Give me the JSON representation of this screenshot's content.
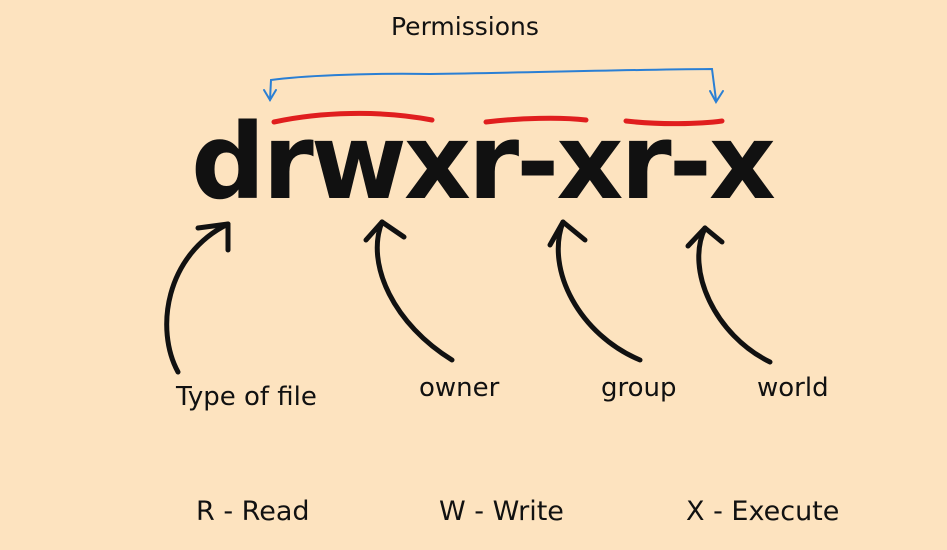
{
  "title": "Permissions",
  "permission_string": "drwxr-xr-x",
  "labels": {
    "type": "Type of file",
    "owner": "owner",
    "group": "group",
    "world": "world"
  },
  "legend": {
    "read": "R - Read",
    "write": "W - Write",
    "execute": "X - Execute"
  },
  "colors": {
    "background": "#fde3bf",
    "bracket": "#2a7fd4",
    "underline": "#e01e1e",
    "arrow": "#111111"
  },
  "icons": [
    "bracket-icon",
    "underline-owner-icon",
    "underline-group-icon",
    "underline-world-icon",
    "arrow-type-icon",
    "arrow-owner-icon",
    "arrow-group-icon",
    "arrow-world-icon"
  ]
}
